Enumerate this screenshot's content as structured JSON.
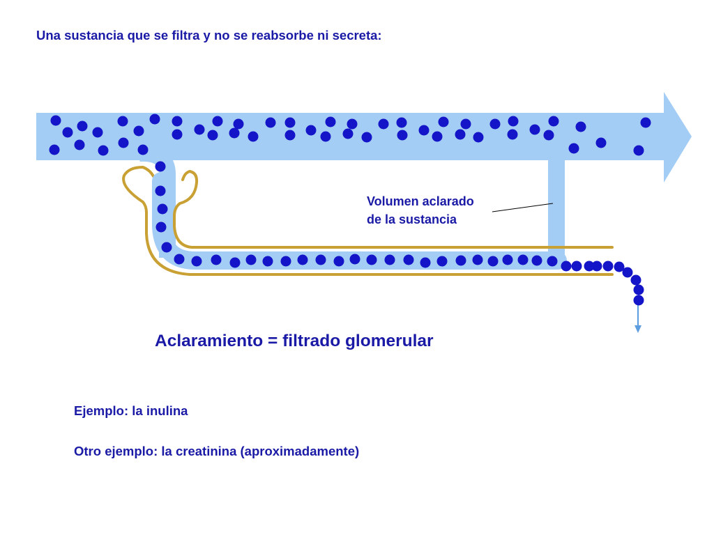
{
  "heading": "Una sustancia que se filtra y no se reabsorbe ni secreta:",
  "label": {
    "line1": "Volumen aclarado",
    "line2": "de la sustancia"
  },
  "equation": "Aclaramiento = filtrado glomerular",
  "examples": [
    "Ejemplo: la inulina",
    "Otro ejemplo: la creatinina (aproximadamente)"
  ],
  "colors": {
    "text": "#1a1aa6",
    "vessel": "#a4cdf5",
    "tubule": "#c9a033",
    "particle": "#1414c8",
    "urine_arrow": "#5c9de0"
  }
}
